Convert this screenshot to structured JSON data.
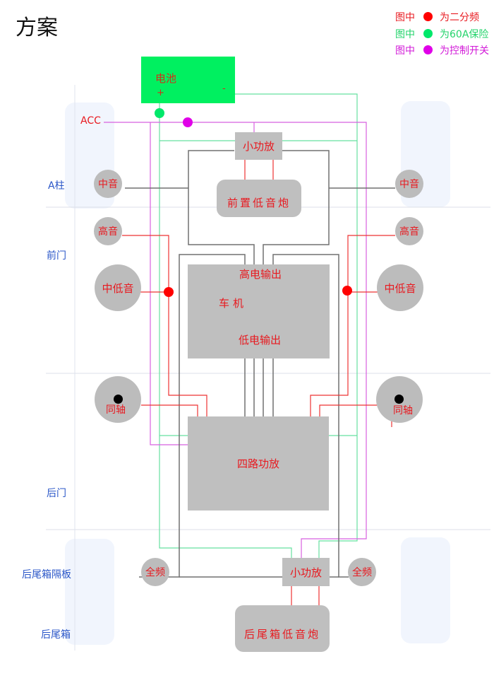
{
  "title": "方案",
  "legend": [
    {
      "prefix": "图中",
      "color": "#ff0000",
      "meaning": "为二分频",
      "text_color": "#e8191f"
    },
    {
      "prefix": "图中",
      "color": "#00e86a",
      "meaning": "为60A保险",
      "text_color": "#22d36a"
    },
    {
      "prefix": "图中",
      "color": "#e000e8",
      "meaning": "为控制开关",
      "text_color": "#d21ad8"
    }
  ],
  "zones": [
    "A柱",
    "前门",
    "后门",
    "后尾箱隔板",
    "后尾箱"
  ],
  "battery": {
    "label": "电池",
    "plus": "+",
    "minus": "-",
    "color": "#00f060"
  },
  "acc_label": "ACC",
  "components": {
    "small_amp_front": "小功放",
    "front_sub": "前置低音炮",
    "head_unit": "车机",
    "high_output": "高电输出",
    "low_output": "低电输出",
    "four_ch_amp": "四路功放",
    "small_amp_rear": "小功放",
    "rear_sub": "后尾箱低音炮"
  },
  "speakers": {
    "left_mid": "中音",
    "right_mid": "中音",
    "left_tweeter": "高音",
    "right_tweeter": "高音",
    "left_midbass": "中低音",
    "right_midbass": "中低音",
    "left_coax": "同轴",
    "right_coax": "同轴",
    "left_full": "全频",
    "right_full": "全频"
  },
  "wire_colors": {
    "signal": "#707070",
    "crossover": "#ee3333",
    "power": "#66e0a0",
    "control": "#d860e0"
  }
}
